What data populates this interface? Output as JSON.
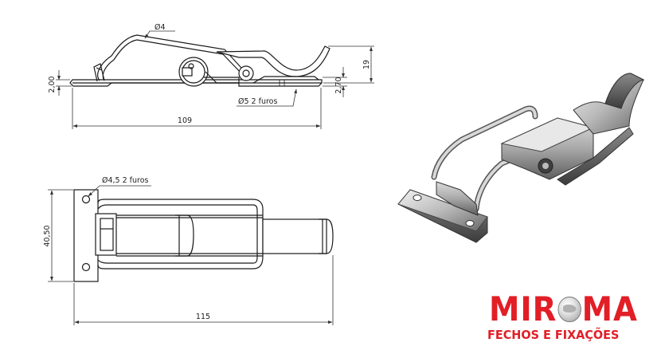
{
  "drawing": {
    "side_view": {
      "dim_wire": "Ø4",
      "dim_height_total": "19",
      "dim_base_thickness_left": "2,00",
      "dim_base_thickness_right": "2,70",
      "dim_holes": "Ø5  2 furos",
      "dim_length": "109"
    },
    "top_view": {
      "dim_holes": "Ø4,5  2 furos",
      "dim_width": "40,50",
      "dim_length": "115"
    }
  },
  "brand": {
    "name_part1": "MIR",
    "name_part2": "MA",
    "tagline": "FECHOS E FIXAÇÕES",
    "color": "#e21e26"
  }
}
